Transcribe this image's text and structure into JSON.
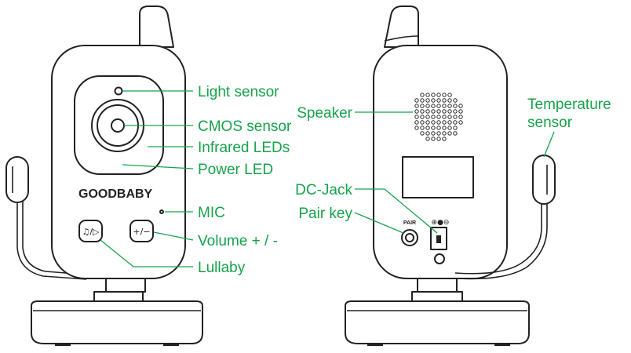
{
  "front": {
    "brand": "GOODBABY",
    "button_lullaby_icon": "♫/▷",
    "button_volume_icon": "+/−"
  },
  "back": {
    "pair_marking": "PAIR",
    "dc_marking": "⊕●⊖"
  },
  "labels": {
    "light_sensor": "Light sensor",
    "cmos_sensor": "CMOS sensor",
    "infrared_leds": "Infrared LEDs",
    "power_led": "Power LED",
    "mic": "MIC",
    "volume": "Volume + / -",
    "lullaby": "Lullaby",
    "speaker": "Speaker",
    "dc_jack": "DC-Jack",
    "pair_key": "Pair key",
    "temperature_sensor_line1": "Temperature",
    "temperature_sensor_line2": "sensor"
  },
  "colors": {
    "label": "#16a34a",
    "outline": "#222222",
    "background": "#ffffff"
  }
}
